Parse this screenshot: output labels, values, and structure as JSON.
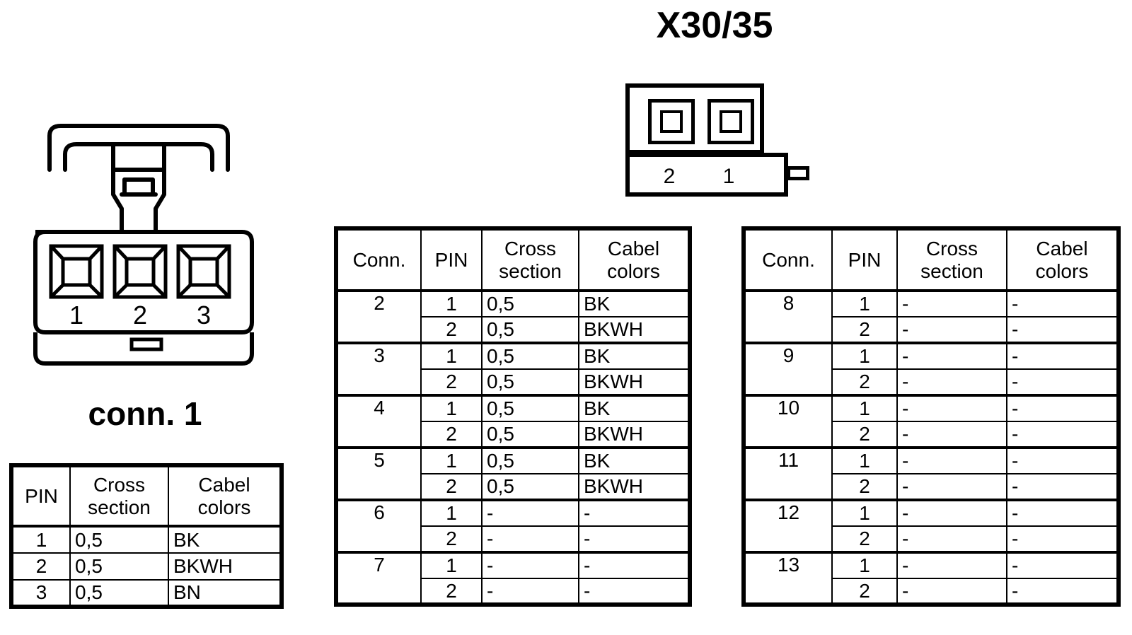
{
  "title": "X30/35",
  "x3035_connector": {
    "pin_labels": [
      "2",
      "1"
    ],
    "socket_count": 2
  },
  "conn1_connector": {
    "caption": "conn. 1",
    "pin_labels": [
      "1",
      "2",
      "3"
    ],
    "socket_count": 3
  },
  "tables": {
    "conn1": {
      "headers": [
        "PIN",
        "Cross section",
        "Cabel colors"
      ],
      "header_lines": [
        [
          "PIN"
        ],
        [
          "Cross",
          "section"
        ],
        [
          "Cabel",
          "colors"
        ]
      ],
      "rows": [
        {
          "pin": "1",
          "cross": "0,5",
          "color": "BK"
        },
        {
          "pin": "2",
          "cross": "0,5",
          "color": "BKWH"
        },
        {
          "pin": "3",
          "cross": "0,5",
          "color": "BN"
        }
      ]
    },
    "middle": {
      "headers": [
        "Conn.",
        "PIN",
        "Cross section",
        "Cabel colors"
      ],
      "header_lines": [
        [
          "Conn."
        ],
        [
          "PIN"
        ],
        [
          "Cross",
          "section"
        ],
        [
          "Cabel",
          "colors"
        ]
      ],
      "groups": [
        {
          "conn": "2",
          "rows": [
            {
              "pin": "1",
              "cross": "0,5",
              "color": "BK"
            },
            {
              "pin": "2",
              "cross": "0,5",
              "color": "BKWH"
            }
          ]
        },
        {
          "conn": "3",
          "rows": [
            {
              "pin": "1",
              "cross": "0,5",
              "color": "BK"
            },
            {
              "pin": "2",
              "cross": "0,5",
              "color": "BKWH"
            }
          ]
        },
        {
          "conn": "4",
          "rows": [
            {
              "pin": "1",
              "cross": "0,5",
              "color": "BK"
            },
            {
              "pin": "2",
              "cross": "0,5",
              "color": "BKWH"
            }
          ]
        },
        {
          "conn": "5",
          "rows": [
            {
              "pin": "1",
              "cross": "0,5",
              "color": "BK"
            },
            {
              "pin": "2",
              "cross": "0,5",
              "color": "BKWH"
            }
          ]
        },
        {
          "conn": "6",
          "rows": [
            {
              "pin": "1",
              "cross": "-",
              "color": "-"
            },
            {
              "pin": "2",
              "cross": "-",
              "color": "-"
            }
          ]
        },
        {
          "conn": "7",
          "rows": [
            {
              "pin": "1",
              "cross": "-",
              "color": "-"
            },
            {
              "pin": "2",
              "cross": "-",
              "color": "-"
            }
          ]
        }
      ]
    },
    "right": {
      "headers": [
        "Conn.",
        "PIN",
        "Cross section",
        "Cabel colors"
      ],
      "header_lines": [
        [
          "Conn."
        ],
        [
          "PIN"
        ],
        [
          "Cross",
          "section"
        ],
        [
          "Cabel",
          "colors"
        ]
      ],
      "groups": [
        {
          "conn": "8",
          "rows": [
            {
              "pin": "1",
              "cross": "-",
              "color": "-"
            },
            {
              "pin": "2",
              "cross": "-",
              "color": "-"
            }
          ]
        },
        {
          "conn": "9",
          "rows": [
            {
              "pin": "1",
              "cross": "-",
              "color": "-"
            },
            {
              "pin": "2",
              "cross": "-",
              "color": "-"
            }
          ]
        },
        {
          "conn": "10",
          "rows": [
            {
              "pin": "1",
              "cross": "-",
              "color": "-"
            },
            {
              "pin": "2",
              "cross": "-",
              "color": "-"
            }
          ]
        },
        {
          "conn": "11",
          "rows": [
            {
              "pin": "1",
              "cross": "-",
              "color": "-"
            },
            {
              "pin": "2",
              "cross": "-",
              "color": "-"
            }
          ]
        },
        {
          "conn": "12",
          "rows": [
            {
              "pin": "1",
              "cross": "-",
              "color": "-"
            },
            {
              "pin": "2",
              "cross": "-",
              "color": "-"
            }
          ]
        },
        {
          "conn": "13",
          "rows": [
            {
              "pin": "1",
              "cross": "-",
              "color": "-"
            },
            {
              "pin": "2",
              "cross": "-",
              "color": "-"
            }
          ]
        }
      ]
    }
  },
  "colors": {
    "line": "#000000",
    "background": "#ffffff"
  }
}
